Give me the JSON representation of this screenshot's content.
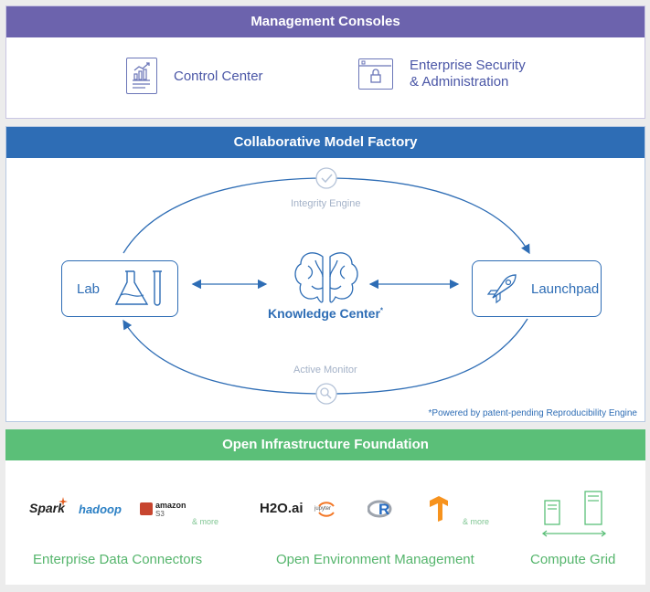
{
  "management": {
    "title": "Management Consoles",
    "items": [
      {
        "label": "Control Center",
        "icon": "chart-report-icon"
      },
      {
        "label_line1": "Enterprise Security",
        "label_line2": "& Administration",
        "icon": "lock-window-icon"
      }
    ]
  },
  "factory": {
    "title": "Collaborative Model Factory",
    "lab": "Lab",
    "launchpad": "Launchpad",
    "knowledge_center": "Knowledge Center",
    "knowledge_mark": "*",
    "integrity_engine": "Integrity Engine",
    "active_monitor": "Active Monitor",
    "footnote": "*Powered by patent-pending Reproducibility Engine"
  },
  "foundation": {
    "title": "Open Infrastructure Foundation",
    "connectors": {
      "label": "Enterprise Data Connectors",
      "logos": [
        "Spark",
        "hadoop",
        "amazon",
        "S3"
      ],
      "more": "& more"
    },
    "environment": {
      "label": "Open Environment Management",
      "logos": [
        "H2O.ai",
        "jupyter",
        "R"
      ],
      "more": "& more"
    },
    "compute": {
      "label": "Compute Grid"
    }
  },
  "colors": {
    "management": "#6c63ad",
    "factory": "#2e6db5",
    "foundation": "#5bbf78"
  }
}
